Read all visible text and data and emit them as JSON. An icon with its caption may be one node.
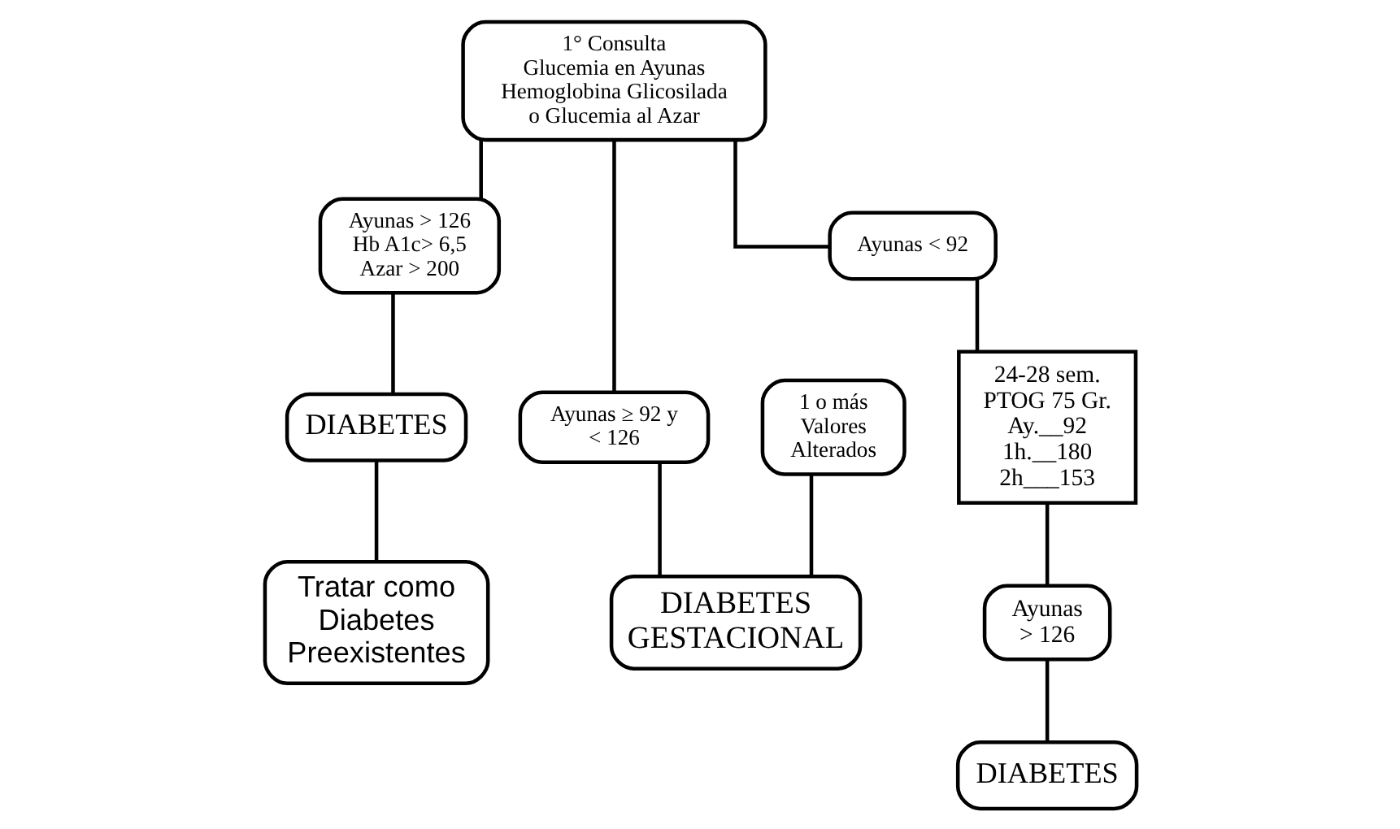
{
  "diagram": {
    "nodes": [
      {
        "text": [
          "1° Consulta Glucemia en Ayunas Hemoglobina Glicosilada o Glucemia al Azar"
        ]
      },
      {
        "text": [
          "Ayunas > 126 Hb A1c> 6,5 Azar > 200"
        ]
      },
      {
        "text": [
          "Ayunas ≥ 92 y < 126"
        ]
      },
      {
        "text": [
          "Ayunas < 92"
        ]
      },
      {
        "text": [
          "DIABETES"
        ]
      },
      {
        "text": [
          "1 o más Valores Alterados"
        ]
      },
      {
        "text": [
          "24-28 sem. PTOG 75 Gr. Ay.__92 1h.__180 2h___153"
        ]
      },
      {
        "text": [
          "Tratar como Diabetes Preexistentes"
        ]
      },
      {
        "text": [
          "DIABETES GESTACIONAL"
        ]
      },
      {
        "text": [
          "Ayunas > 126"
        ]
      },
      {
        "text": [
          "DIABETES"
        ]
      }
    ],
    "edges": [
      {
        "from": 0,
        "to": 1,
        "arrow": "none"
      },
      {
        "from": 0,
        "to": 2,
        "arrow": "none"
      },
      {
        "from": 0,
        "to": 3,
        "arrow": "none"
      },
      {
        "from": 1,
        "to": 4,
        "arrow": "none"
      },
      {
        "from": 4,
        "to": 7,
        "arrow": "none"
      },
      {
        "from": 2,
        "to": 8,
        "arrow": "none"
      },
      {
        "from": 5,
        "to": 8,
        "arrow": "none"
      },
      {
        "from": 3,
        "to": 6,
        "arrow": "none"
      },
      {
        "from": 6,
        "to": 9,
        "arrow": "none"
      },
      {
        "from": 9,
        "to": 10,
        "arrow": "none"
      }
    ]
  }
}
